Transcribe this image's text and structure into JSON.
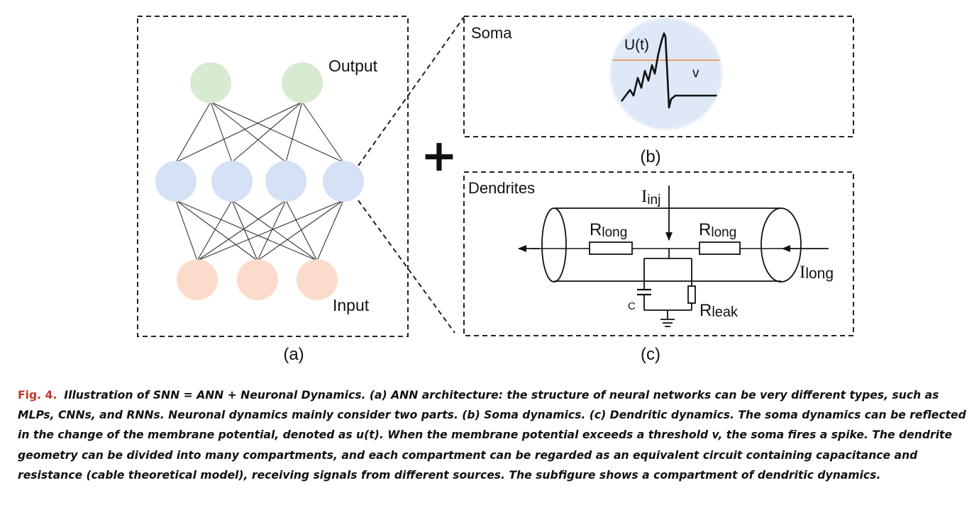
{
  "panel_a": {
    "output_label": "Output",
    "input_label": "Input",
    "tag": "(a)",
    "colors": {
      "output": "#d9ead3",
      "hidden": "#d5e1f5",
      "input": "#fbdccb",
      "edge": "#333333"
    }
  },
  "plus": "+",
  "panel_b": {
    "title": "Soma",
    "ut_label": "U(t)",
    "v_label": "v",
    "tag": "(b)",
    "colors": {
      "threshold": "#e8a06a",
      "circle": "#dfe8f7"
    }
  },
  "panel_c": {
    "title": "Dendrites",
    "i_inj": "I",
    "i_inj_sub": "inj",
    "r_long_1": "R",
    "r_long_1_sub": "long",
    "r_long_2": "R",
    "r_long_2_sub": "long",
    "i_long": "I",
    "i_long_sub": "long",
    "c_label": "C",
    "r_leak": "R",
    "r_leak_sub": "leak",
    "tag": "(c)"
  },
  "caption": {
    "fig_no": "Fig. 4.",
    "text": "Illustration of SNN = ANN + Neuronal Dynamics. (a) ANN architecture: the structure of neural networks can be very different types, such as MLPs, CNNs, and RNNs. Neuronal dynamics mainly consider two parts. (b) Soma dynamics. (c) Dendritic dynamics. The soma dynamics can be reflected in the change of the membrane potential, denoted as u(t). When the membrane potential exceeds a threshold v, the soma fires a spike. The dendrite geometry can be divided into many compartments, and each compartment can be regarded as an equivalent circuit containing capacitance and resistance (cable theoretical model), receiving signals from different sources. The subfigure shows a compartment of dendritic dynamics."
  }
}
